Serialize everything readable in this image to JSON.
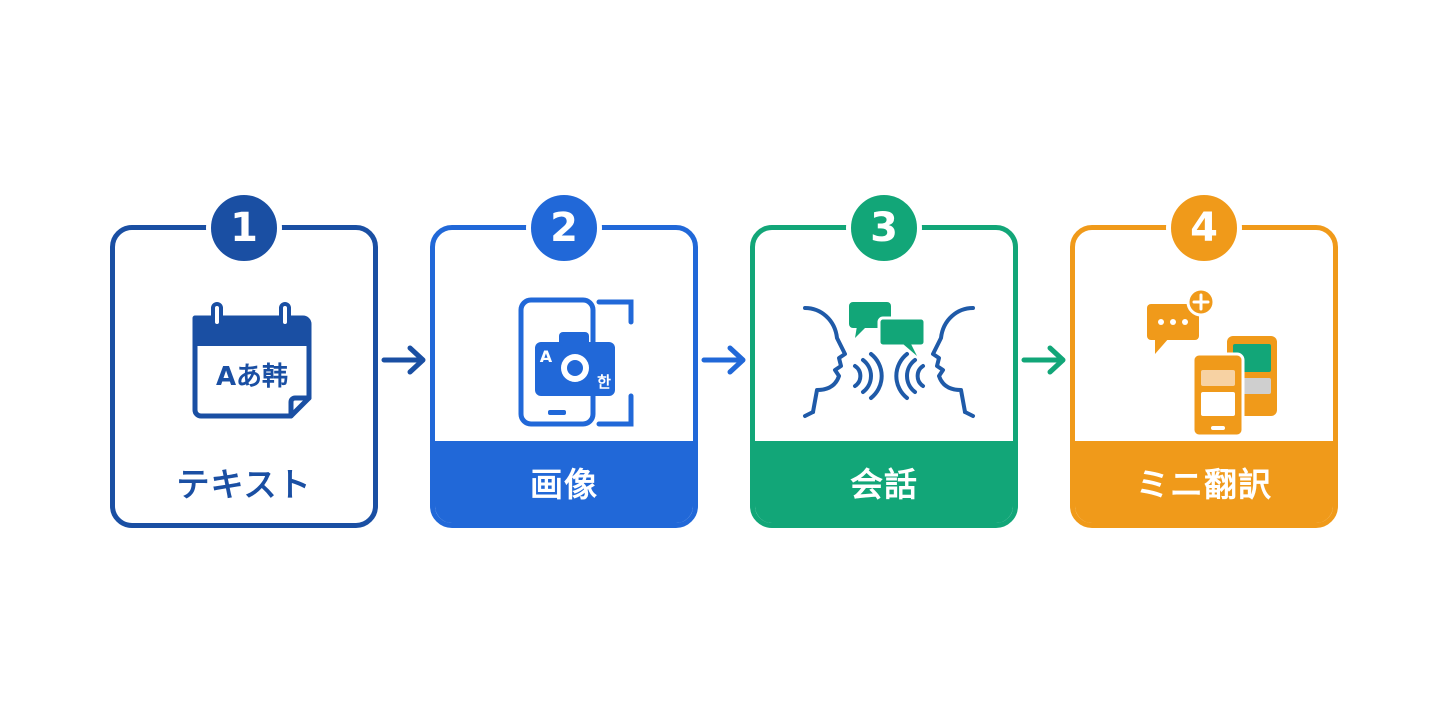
{
  "steps": [
    {
      "number": "1",
      "label": "テキスト",
      "color": "#1a4fa3",
      "style": "outline",
      "icon": "calendar-translate-icon",
      "icon_text": "Aあ韩"
    },
    {
      "number": "2",
      "label": "画像",
      "color": "#2168d8",
      "style": "filled",
      "icon": "phone-camera-icon",
      "icon_text_a": "A",
      "icon_text_b": "한"
    },
    {
      "number": "3",
      "label": "会話",
      "color": "#12a678",
      "style": "filled",
      "icon": "conversation-faces-icon"
    },
    {
      "number": "4",
      "label": "ミニ翻訳",
      "color": "#f09a1a",
      "style": "filled",
      "icon": "mini-translate-devices-icon"
    }
  ],
  "arrows": [
    {
      "color": "#1a4fa3"
    },
    {
      "color": "#2168d8"
    },
    {
      "color": "#12a678"
    }
  ]
}
